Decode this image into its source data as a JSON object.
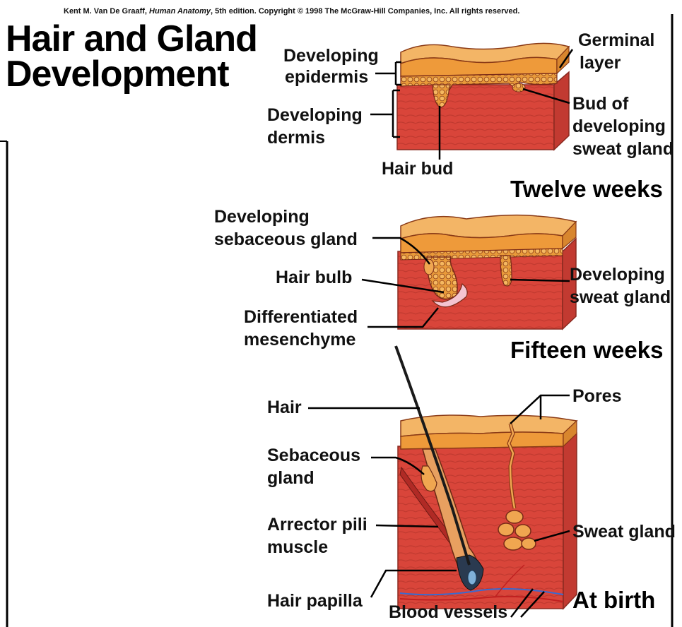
{
  "copyright": {
    "prefix": "Kent M. Van De Graaff, ",
    "book": "Human Anatomy",
    "suffix": ", 5th edition. Copyright © 1998 The McGraw-Hill Companies, Inc. All rights reserved."
  },
  "title": {
    "line1": "Hair and Gland",
    "line2": "Development"
  },
  "stages": {
    "twelve": {
      "heading": "Twelve weeks",
      "labels": {
        "developing_epidermis_1": "Developing",
        "developing_epidermis_2": "epidermis",
        "developing_dermis_1": "Developing",
        "developing_dermis_2": "dermis",
        "hair_bud": "Hair bud",
        "germinal_layer_1": "Germinal",
        "germinal_layer_2": "layer",
        "bud_sweat_1": "Bud of",
        "bud_sweat_2": "developing",
        "bud_sweat_3": "sweat gland"
      }
    },
    "fifteen": {
      "heading": "Fifteen weeks",
      "labels": {
        "sebaceous_1": "Developing",
        "sebaceous_2": "sebaceous gland",
        "hair_bulb": "Hair bulb",
        "mesenchyme_1": "Differentiated",
        "mesenchyme_2": "mesenchyme",
        "sweat_1": "Developing",
        "sweat_2": "sweat gland"
      }
    },
    "birth": {
      "heading": "At birth",
      "labels": {
        "hair": "Hair",
        "sebaceous_1": "Sebaceous",
        "sebaceous_2": "gland",
        "arrector_1": "Arrector pili",
        "arrector_2": "muscle",
        "hair_papilla": "Hair papilla",
        "blood_vessels": "Blood vessels",
        "pores": "Pores",
        "sweat_gland": "Sweat gland"
      }
    }
  },
  "colors": {
    "epidermis_top": "#f2a23c",
    "epidermis_side": "#e2892a",
    "dermis": "#d9453a",
    "dermis_dark": "#b8322b",
    "dermis_side": "#c43a31",
    "gland": "#e8923c",
    "outline": "#7a2a18",
    "leader": "#000000"
  }
}
